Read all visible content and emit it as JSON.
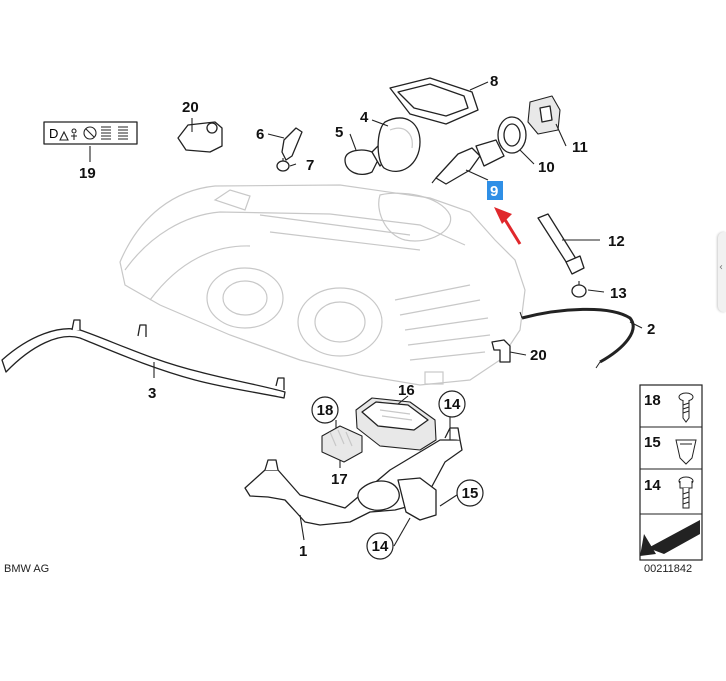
{
  "diagram": {
    "labels": {
      "p1": "1",
      "p2": "2",
      "p3": "3",
      "p4": "4",
      "p5": "5",
      "p6": "6",
      "p7": "7",
      "p8": "8",
      "p9": "9",
      "p10": "10",
      "p11": "11",
      "p12": "12",
      "p13": "13",
      "p14a": "14",
      "p14b": "14",
      "p15": "15",
      "p16": "16",
      "p17": "17",
      "p18": "18",
      "p19": "19",
      "p20a": "20",
      "p20b": "20"
    },
    "legend_box": {
      "item18": "18",
      "item15": "15",
      "item14": "14"
    },
    "warning_label_text": "D",
    "highlight_color": "#2f8fe6",
    "arrow_color": "#e0282c"
  },
  "footer": {
    "brand": "BMW AG",
    "diagram_code": "00211842"
  }
}
